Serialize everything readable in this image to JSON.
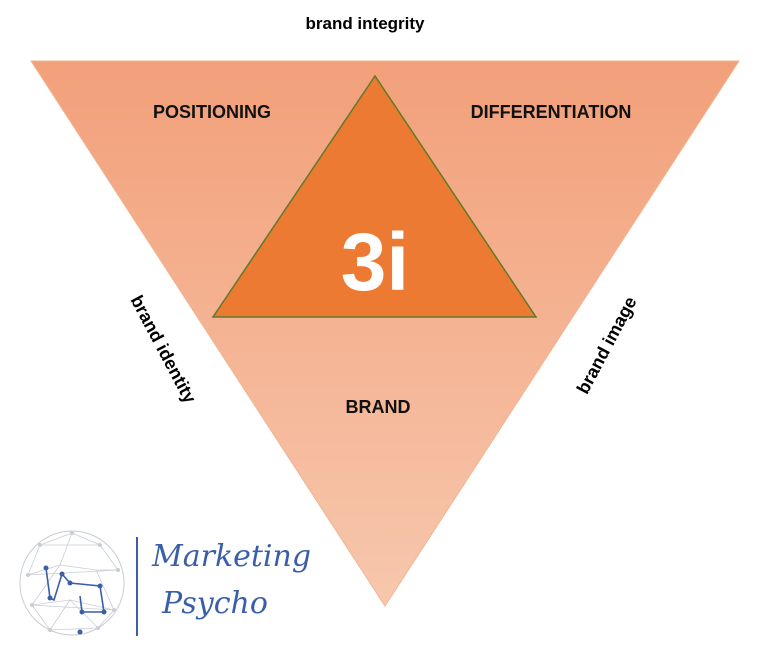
{
  "diagram": {
    "top_label": "brand integrity",
    "left_label": "brand identity",
    "right_label": "brand image",
    "top_left_label": "POSITIONING",
    "top_right_label": "DIFFERENTIATION",
    "bottom_label": "BRAND",
    "center_label": "3i"
  },
  "logo": {
    "line1": "Marketing",
    "line2": "Psycho"
  },
  "colors": {
    "outer_triangle_top": "#f2a07a",
    "outer_triangle_bottom": "#f6bfa2",
    "inner_triangle": "#ec7a32",
    "inner_triangle_stroke": "#5f7a2a",
    "logo_blue": "#3a5fa8"
  }
}
